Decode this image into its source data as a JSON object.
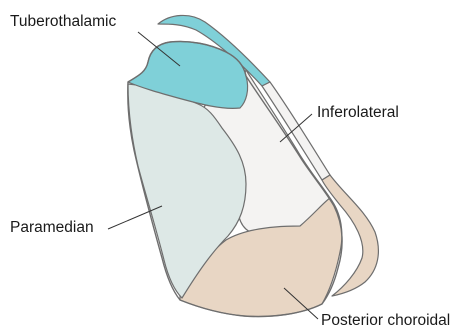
{
  "labels": {
    "tuberothalamic": "Tuberothalamic",
    "inferolateral": "Inferolateral",
    "paramedian": "Paramedian",
    "posterior_choroidal": "Posterior choroidal"
  },
  "colors": {
    "tuberothalamic": "#7fd0d8",
    "inferolateral": "#f4f3f2",
    "paramedian": "#dde8e6",
    "posterior_choroidal": "#e8d6c4",
    "outline": "#6e6e6e",
    "background": "#ffffff"
  }
}
